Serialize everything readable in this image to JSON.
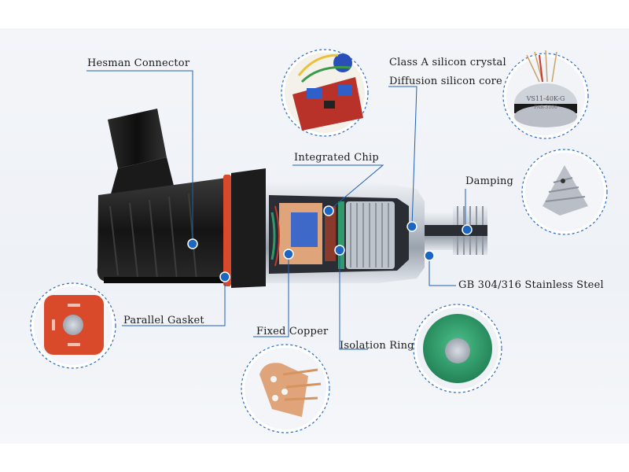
{
  "labels": {
    "hesman_connector": "Hesman Connector",
    "class_a_crystal": "Class A silicon crystal",
    "diffusion_core": "Diffusion silicon core",
    "integrated_chip": "Integrated Chip",
    "damping": "Damping",
    "stainless_steel": "GB 304/316 Stainless Steel",
    "parallel_gasket": "Parallel Gasket",
    "fixed_copper": "Fixed Copper",
    "isolation_ring": "Isolation Ring"
  },
  "sensor_marking": {
    "model": "VS11-40K-G",
    "part": "PAR-3100"
  },
  "colors": {
    "leader_line": "#1f5fb0",
    "marker": "#1a66c2",
    "gasket_red": "#d84a2a",
    "isolation_green": "#2e9a6a",
    "copper": "#e0a47a",
    "connector_black": "#161616",
    "steel": "#c9ced6"
  }
}
